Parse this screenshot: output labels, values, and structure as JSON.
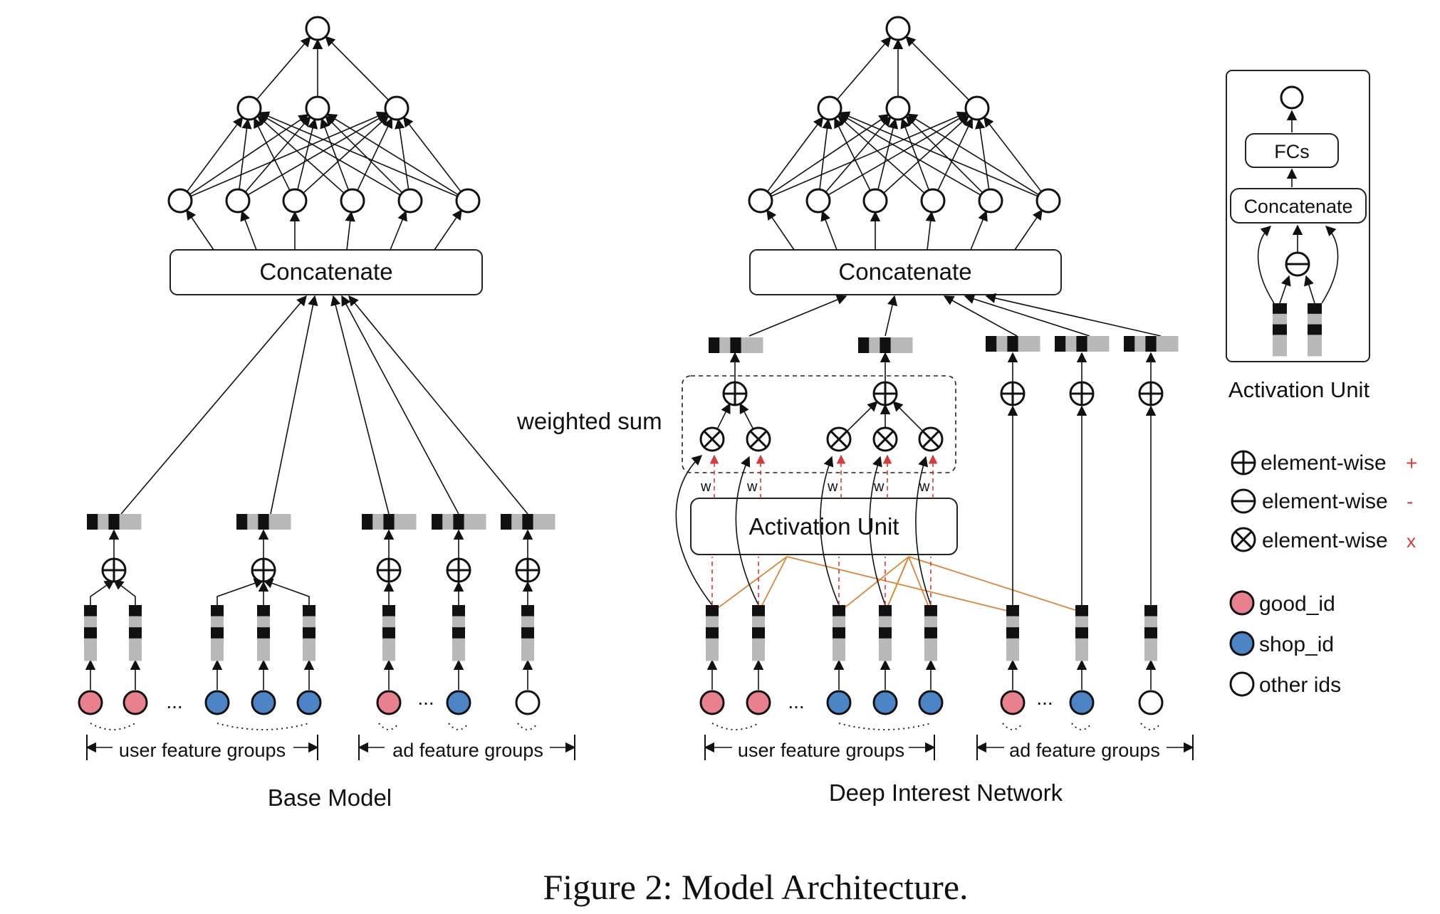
{
  "caption": "Figure 2: Model Architecture.",
  "base_model": {
    "title": "Base Model",
    "concat_label": "Concatenate",
    "user_groups_label": "user feature groups",
    "ad_groups_label": "ad feature groups",
    "ellipsis_1": "...",
    "ellipsis_2": "..."
  },
  "din": {
    "title": "Deep Interest Network",
    "concat_label": "Concatenate",
    "activation_unit_label": "Activation Unit",
    "weighted_sum_label": "weighted sum",
    "weight_label": "w",
    "user_groups_label": "user feature groups",
    "ad_groups_label": "ad feature groups",
    "ellipsis_1": "...",
    "ellipsis_2": "..."
  },
  "activation_unit_detail": {
    "title": "Activation Unit",
    "fcs_label": "FCs",
    "concat_label": "Concatenate"
  },
  "legend": {
    "plus_label": "element-wise",
    "plus_sign": "+",
    "minus_label": "element-wise",
    "minus_sign": "-",
    "times_label": "element-wise",
    "times_sign": "x",
    "good_id": "good_id",
    "shop_id": "shop_id",
    "other_ids": "other ids"
  },
  "colors": {
    "good_id": "#e8808e",
    "shop_id": "#4d84c6",
    "attention_line": "#d9863a",
    "weight_line": "#d23c3c"
  }
}
